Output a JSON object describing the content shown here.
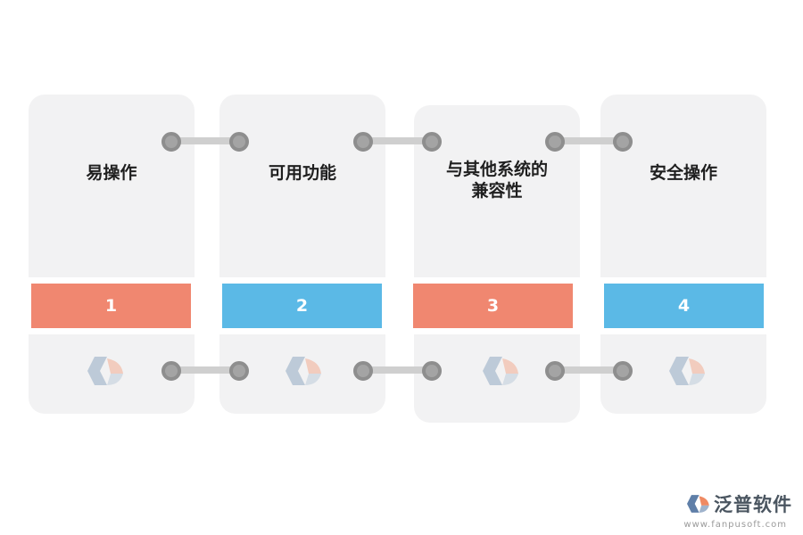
{
  "steps": [
    {
      "title": "易操作",
      "number": "1",
      "color": "#f08770"
    },
    {
      "title": "可用功能",
      "number": "2",
      "color": "#5bb9e6"
    },
    {
      "title": "与其他系统的\n兼容性",
      "number": "3",
      "color": "#f08770"
    },
    {
      "title": "安全操作",
      "number": "4",
      "color": "#5bb9e6"
    }
  ],
  "brand": {
    "name": "泛普软件",
    "url": "www.fanpusoft.com",
    "logo_icon": "fanpu-logo-icon"
  }
}
